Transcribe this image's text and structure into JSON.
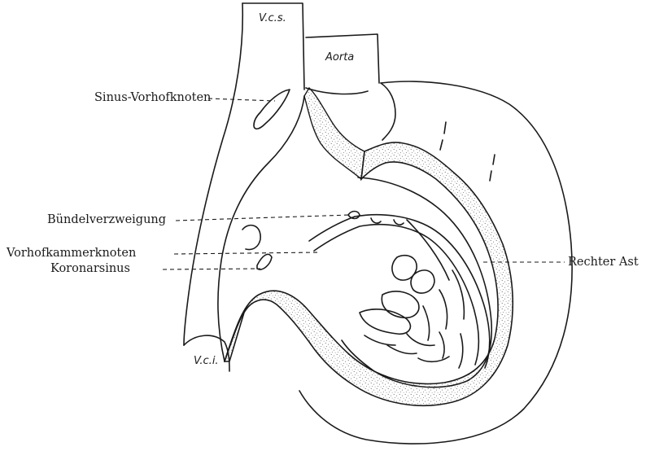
{
  "labels": {
    "vcs": "V.c.s.",
    "aorta": "Aorta",
    "vci": "V.c.i.",
    "sinus_node": "Sinus-Vorhofknoten",
    "bundle_branching": "Bündelverzweigung",
    "av_node": "Vorhofkammerknoten",
    "coronary_sinus": "Koronarsinus",
    "right_branch": "Rechter Ast"
  },
  "colors": {
    "ink": "#1a1a1a",
    "stipple": "#555555",
    "paper": "#ffffff"
  }
}
